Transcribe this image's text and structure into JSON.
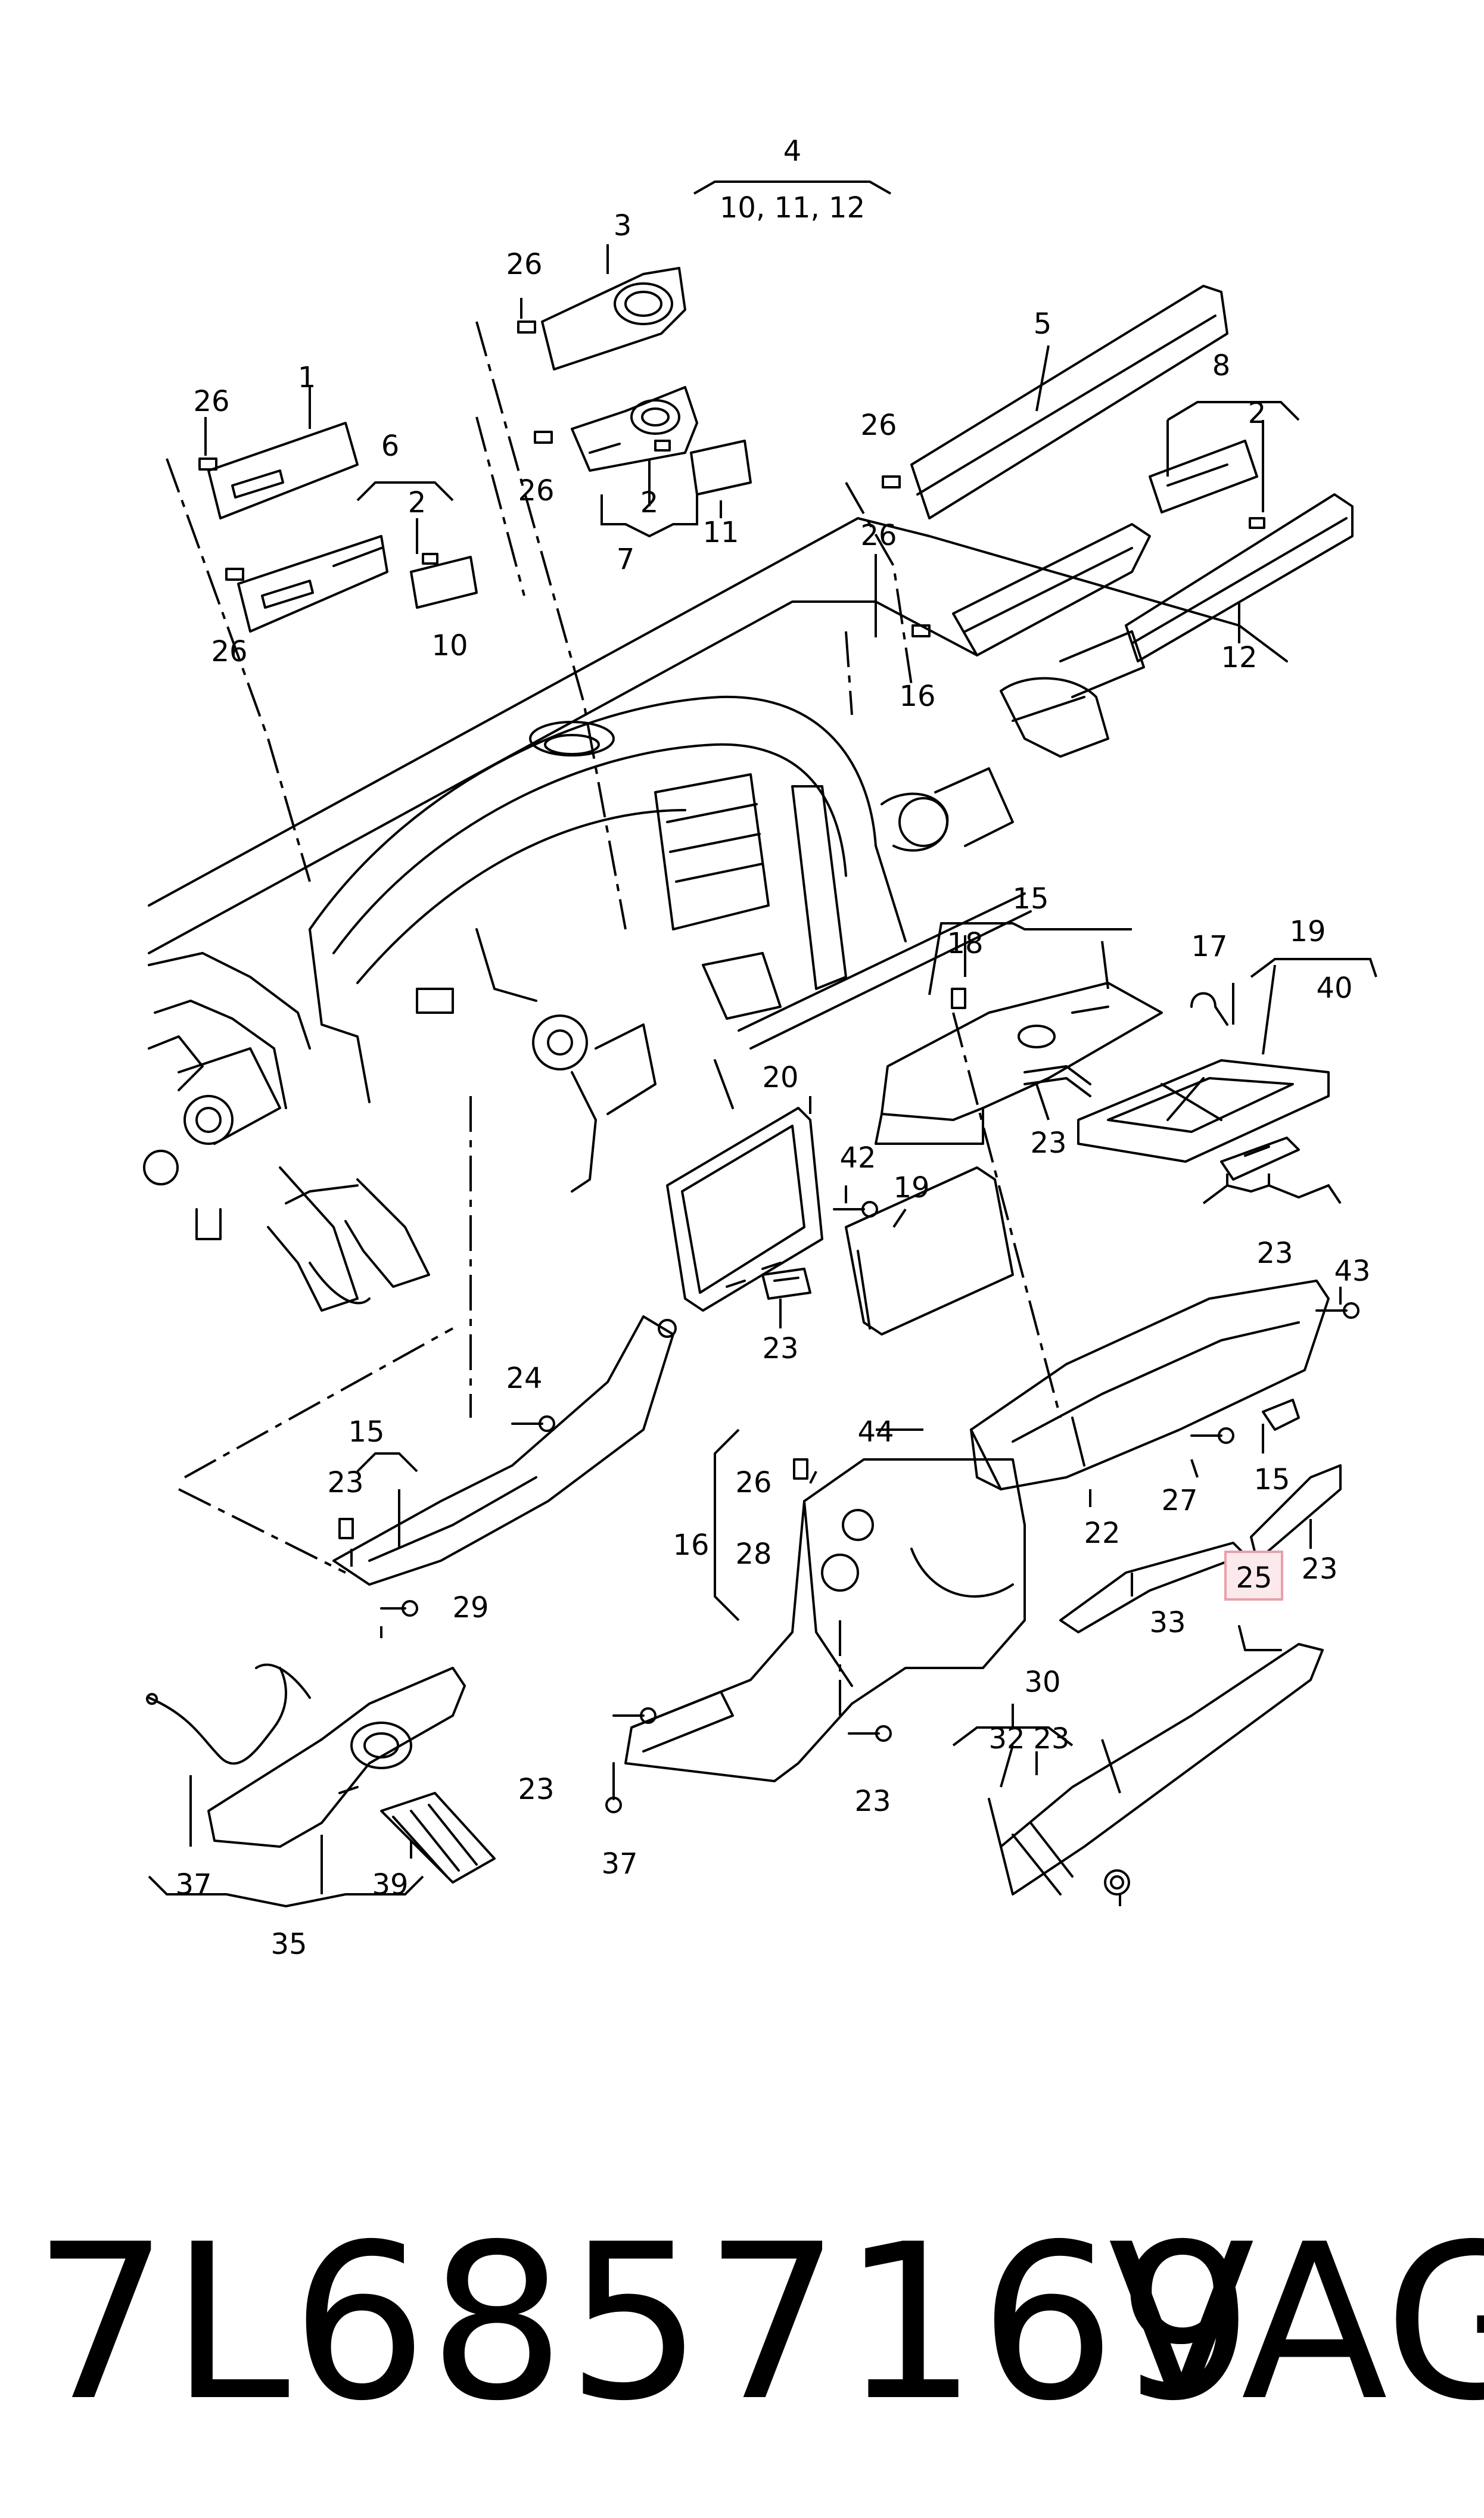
{
  "diagram": {
    "callouts": [
      {
        "id": "c4",
        "text": "4"
      },
      {
        "id": "c4sub",
        "text": "10, 11, 12"
      },
      {
        "id": "c3",
        "text": "3"
      },
      {
        "id": "c26a",
        "text": "26"
      },
      {
        "id": "c5",
        "text": "5"
      },
      {
        "id": "c26b",
        "text": "26"
      },
      {
        "id": "c1",
        "text": "1"
      },
      {
        "id": "c8",
        "text": "8"
      },
      {
        "id": "c2a",
        "text": "2"
      },
      {
        "id": "c26c",
        "text": "26"
      },
      {
        "id": "c6",
        "text": "6"
      },
      {
        "id": "c26d",
        "text": "26"
      },
      {
        "id": "c2b",
        "text": "2"
      },
      {
        "id": "c2c",
        "text": "2"
      },
      {
        "id": "c11",
        "text": "11"
      },
      {
        "id": "c7",
        "text": "7"
      },
      {
        "id": "c12",
        "text": "12"
      },
      {
        "id": "c26e",
        "text": "26"
      },
      {
        "id": "c10",
        "text": "10"
      },
      {
        "id": "c26f",
        "text": "26"
      },
      {
        "id": "c16a",
        "text": "16"
      },
      {
        "id": "c15a",
        "text": "15"
      },
      {
        "id": "c18",
        "text": "18"
      },
      {
        "id": "c17",
        "text": "17"
      },
      {
        "id": "c19a",
        "text": "19"
      },
      {
        "id": "c40",
        "text": "40"
      },
      {
        "id": "c20",
        "text": "20"
      },
      {
        "id": "c23a",
        "text": "23"
      },
      {
        "id": "c42",
        "text": "42"
      },
      {
        "id": "c19b",
        "text": "19"
      },
      {
        "id": "c23b",
        "text": "23"
      },
      {
        "id": "c43",
        "text": "43"
      },
      {
        "id": "c23c",
        "text": "23"
      },
      {
        "id": "c24",
        "text": "24"
      },
      {
        "id": "c44",
        "text": "44"
      },
      {
        "id": "c15b",
        "text": "15"
      },
      {
        "id": "c23d",
        "text": "23"
      },
      {
        "id": "c27",
        "text": "27"
      },
      {
        "id": "c15c",
        "text": "15"
      },
      {
        "id": "c26g",
        "text": "26"
      },
      {
        "id": "c22",
        "text": "22"
      },
      {
        "id": "c16b",
        "text": "16"
      },
      {
        "id": "c28",
        "text": "28"
      },
      {
        "id": "c23e",
        "text": "23"
      },
      {
        "id": "c29",
        "text": "29"
      },
      {
        "id": "c25",
        "text": "25"
      },
      {
        "id": "c33",
        "text": "33"
      },
      {
        "id": "c30",
        "text": "30"
      },
      {
        "id": "c32",
        "text": "32"
      },
      {
        "id": "c23f",
        "text": "23"
      },
      {
        "id": "c23g",
        "text": "23"
      },
      {
        "id": "c23h",
        "text": "23"
      },
      {
        "id": "c37a",
        "text": "37"
      },
      {
        "id": "c37b",
        "text": "37"
      },
      {
        "id": "c39",
        "text": "39"
      },
      {
        "id": "c35",
        "text": "35"
      }
    ],
    "highlighted_callout": "29",
    "highlight_color": "#e8a0a8"
  },
  "footer": {
    "part_number": "7L6857169",
    "brand": "VAG"
  }
}
